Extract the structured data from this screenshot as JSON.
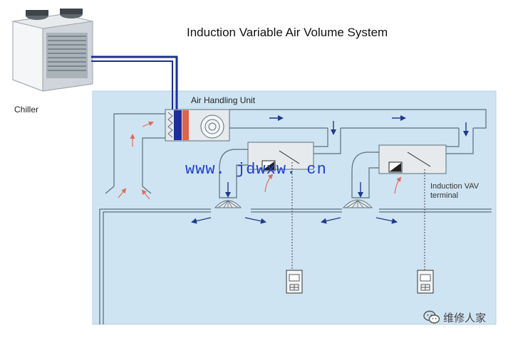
{
  "title": "Induction Variable Air Volume System",
  "labels": {
    "chiller": "Chiller",
    "air_handling_unit": "Air Handling Unit",
    "vav_terminal_line1": "Induction VAV",
    "vav_terminal_line2": "terminal"
  },
  "watermark": "www. jdwxw. cn",
  "badge": {
    "text": "维修人家",
    "icon": "wechat-icon"
  },
  "colors": {
    "room_background": "#cfe4f2",
    "duct_outline": "#5b6f7c",
    "airflow_arrow": "#1e3a8a",
    "return_air_arrow": "#e06a5a",
    "chilled_water_supply": "#1e2e9a",
    "heating_coil": "#e0624a",
    "watermark": "#1b3fd6"
  }
}
